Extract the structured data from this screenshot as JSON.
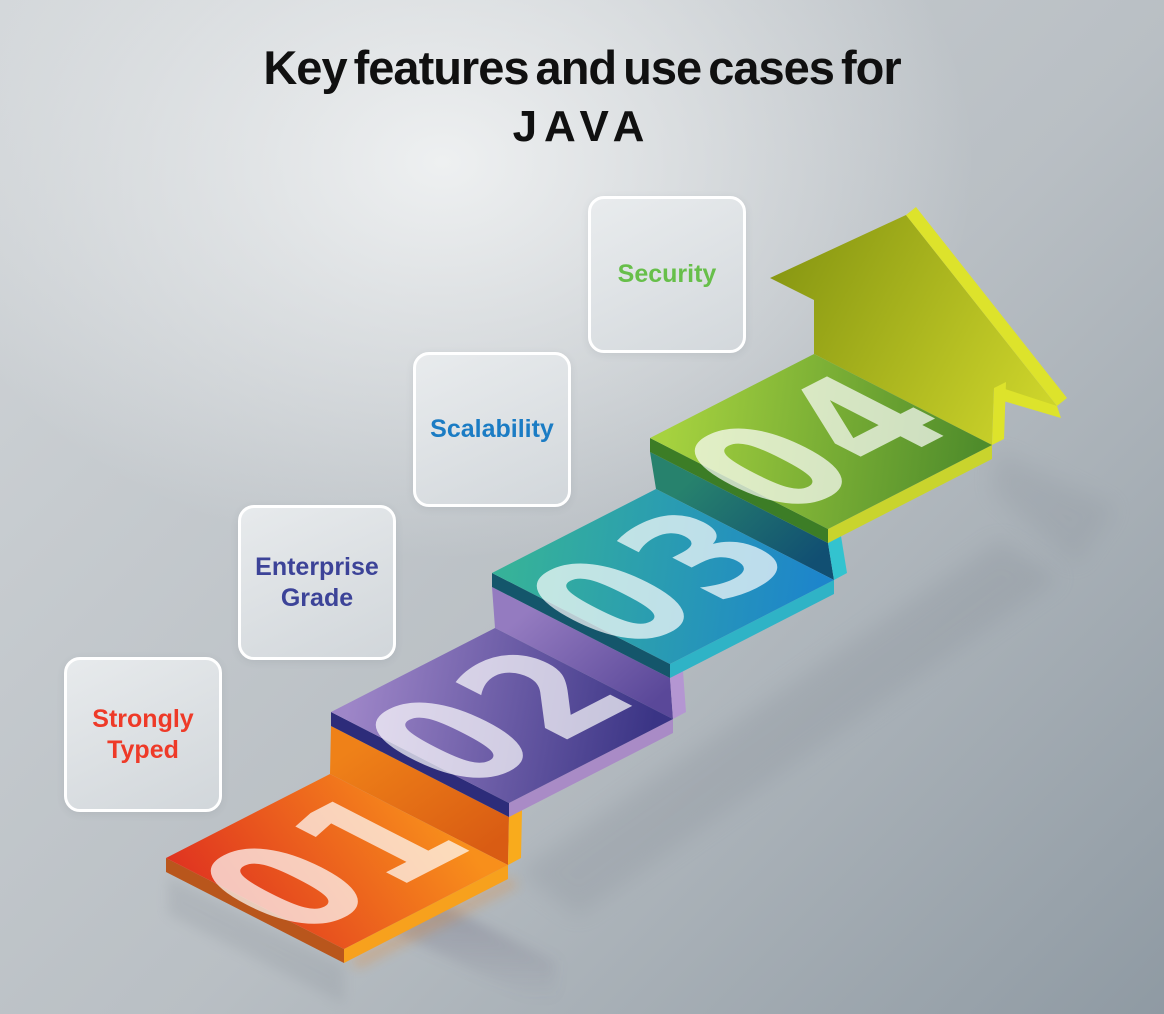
{
  "title": {
    "line1": "Key features and use cases for",
    "line2": "JAVA"
  },
  "background": {
    "center": "#eef0f1",
    "mid": "#d2d6d9",
    "mid2": "#b9bfc4",
    "edge": "#8f9aa3"
  },
  "steps": [
    {
      "number": "01",
      "feature": "Strongly Typed",
      "lines": [
        "Strongly",
        "Typed"
      ],
      "label_color": "#ee3a28",
      "top_from": "#f88f1b",
      "top_to": "#df3120",
      "riser_from": "#ef8118",
      "riser_to": "#d95c13",
      "side_dark": "#b9561c",
      "side_light": "#f7a11d",
      "riser_edge": "#f9ab1c",
      "number_color": "#ffffff"
    },
    {
      "number": "02",
      "feature": "Enterprise Grade",
      "lines": [
        "Enterprise",
        "Grade"
      ],
      "label_color": "#3c4398",
      "top_from": "#9e86c8",
      "top_to": "#3a3485",
      "riser_from": "#947bc0",
      "riser_to": "#5a4899",
      "side_dark": "#2d2c7a",
      "side_light": "#a98bc6",
      "riser_edge": "#b496d2",
      "number_color": "#ffffff"
    },
    {
      "number": "03",
      "feature": "Scalability",
      "lines": [
        "Scalability"
      ],
      "label_color": "#1b7cc4",
      "top_from": "#36b299",
      "top_to": "#1d85cb",
      "riser_from": "#27826d",
      "riser_to": "#114f72",
      "side_dark": "#14566b",
      "side_light": "#2fb3c6",
      "riser_edge": "#33c3cf",
      "number_color": "#ffffff"
    },
    {
      "number": "04",
      "feature": "Security",
      "lines": [
        "Security"
      ],
      "label_color": "#67bf4a",
      "top_from": "#a6d23f",
      "top_to": "#4f8c2b",
      "side_dark": "#3c7d26",
      "side_light": "#c9d42d",
      "number_color": "#ffffff"
    }
  ],
  "arrow": {
    "from": "#8a9913",
    "to": "#cdd42b",
    "edge": "#dde32b"
  }
}
